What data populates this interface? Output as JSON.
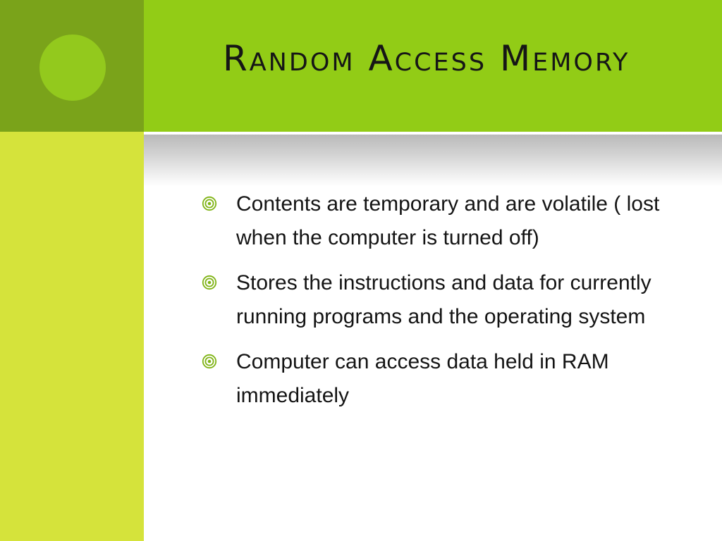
{
  "slide": {
    "title": "Random Access Memory",
    "bullets": [
      {
        "icon": "target-bullet-icon",
        "text": "Contents are temporary and are volatile ( lost when the computer is turned off)"
      },
      {
        "icon": "target-bullet-icon",
        "text": "Stores the instructions and data for currently running programs and the operating system"
      },
      {
        "icon": "target-bullet-icon",
        "text": "Computer can access data held in RAM immediately"
      }
    ]
  },
  "colors": {
    "title_band": "#92cc16",
    "corner_block": "#7aa31a",
    "corner_circle": "#93c91d",
    "left_strip": "#d5e33b",
    "bullet_icon": "#7fb314",
    "text": "#141414"
  }
}
